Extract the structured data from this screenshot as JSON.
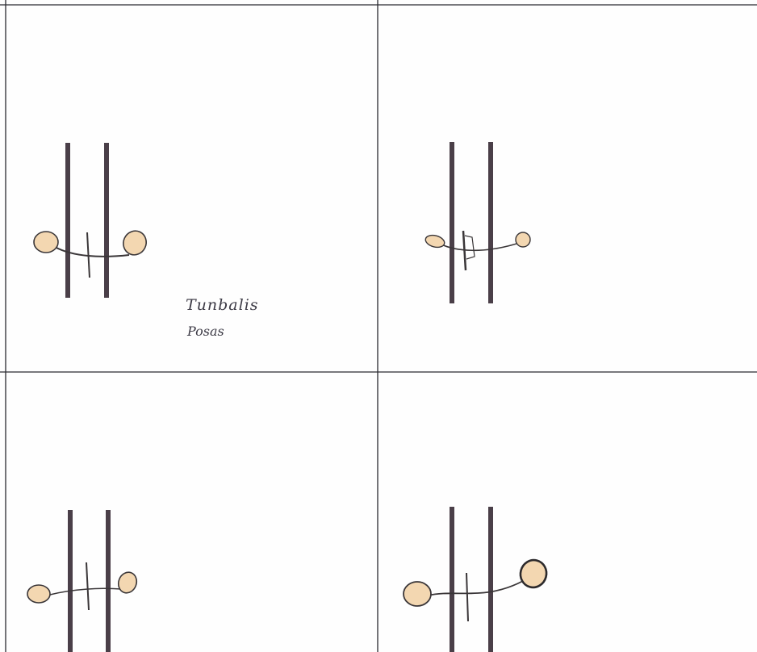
{
  "panels": [
    {
      "id": "top-left",
      "note": [
        "Tunbalis",
        "Posas"
      ]
    },
    {
      "id": "top-right"
    },
    {
      "id": "bottom-left"
    },
    {
      "id": "bottom-right"
    }
  ],
  "colors": {
    "grid_line": "#2a2a30",
    "tube": "#4a3f48",
    "ball_fill": "#f3d7b1",
    "ball_stroke": "#3a3638",
    "string": "#3a3638"
  }
}
